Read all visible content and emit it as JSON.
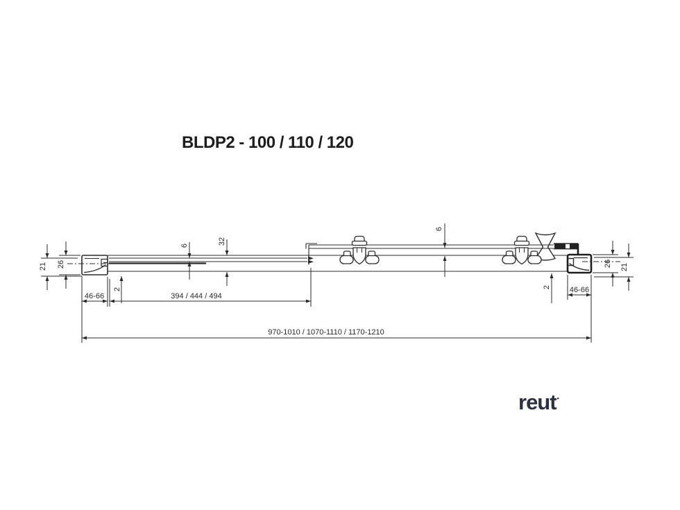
{
  "title": "BLDP2 - 100 / 110 / 120",
  "logo": {
    "text": "reut",
    "mark": "▪"
  },
  "dimensions": {
    "left_outer": "21",
    "left_profile_depth": "26",
    "left_profile_width": "46-66",
    "left_glass_gap": "2",
    "fixed_glass_thickness": "6",
    "overlap": "32",
    "fixed_panel_width": "394 / 444 / 494",
    "sliding_glass_thickness": "6",
    "right_glass_gap": "2",
    "right_profile_width": "46-66",
    "right_profile_depth": "26",
    "right_outer": "21",
    "overall_width": "970-1010 / 1070-1110 / 1170-1210"
  },
  "colors": {
    "line": "#2b2b2b",
    "logo": "#2b3143",
    "background": "#ffffff"
  }
}
